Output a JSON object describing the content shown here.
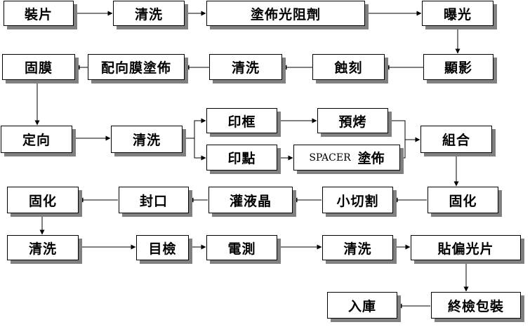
{
  "steps": {
    "s01": "裝片",
    "s02": "清洗",
    "s03": "塗佈光阻劑",
    "s04": "曝光",
    "s05": "顯影",
    "s06": "蝕刻",
    "s07": "清洗",
    "s08": "配向膜塗佈",
    "s09": "固膜",
    "s10": "定向",
    "s11": "清洗",
    "s12": "印框",
    "s13": "預烤",
    "s14": "印點",
    "s15a": "SPACER",
    "s15b": "塗佈",
    "s16": "組合",
    "s17": "固化",
    "s18": "小切割",
    "s19": "灌液晶",
    "s20": "封口",
    "s21": "固化",
    "s22": "清洗",
    "s23": "目檢",
    "s24": "電測",
    "s25": "清洗",
    "s26": "貼偏光片",
    "s27": "終檢包裝",
    "s28": "入庫"
  },
  "colors": {
    "border": "#000000",
    "shadow": "#808080",
    "background": "#ffffff",
    "line": "#000000"
  }
}
